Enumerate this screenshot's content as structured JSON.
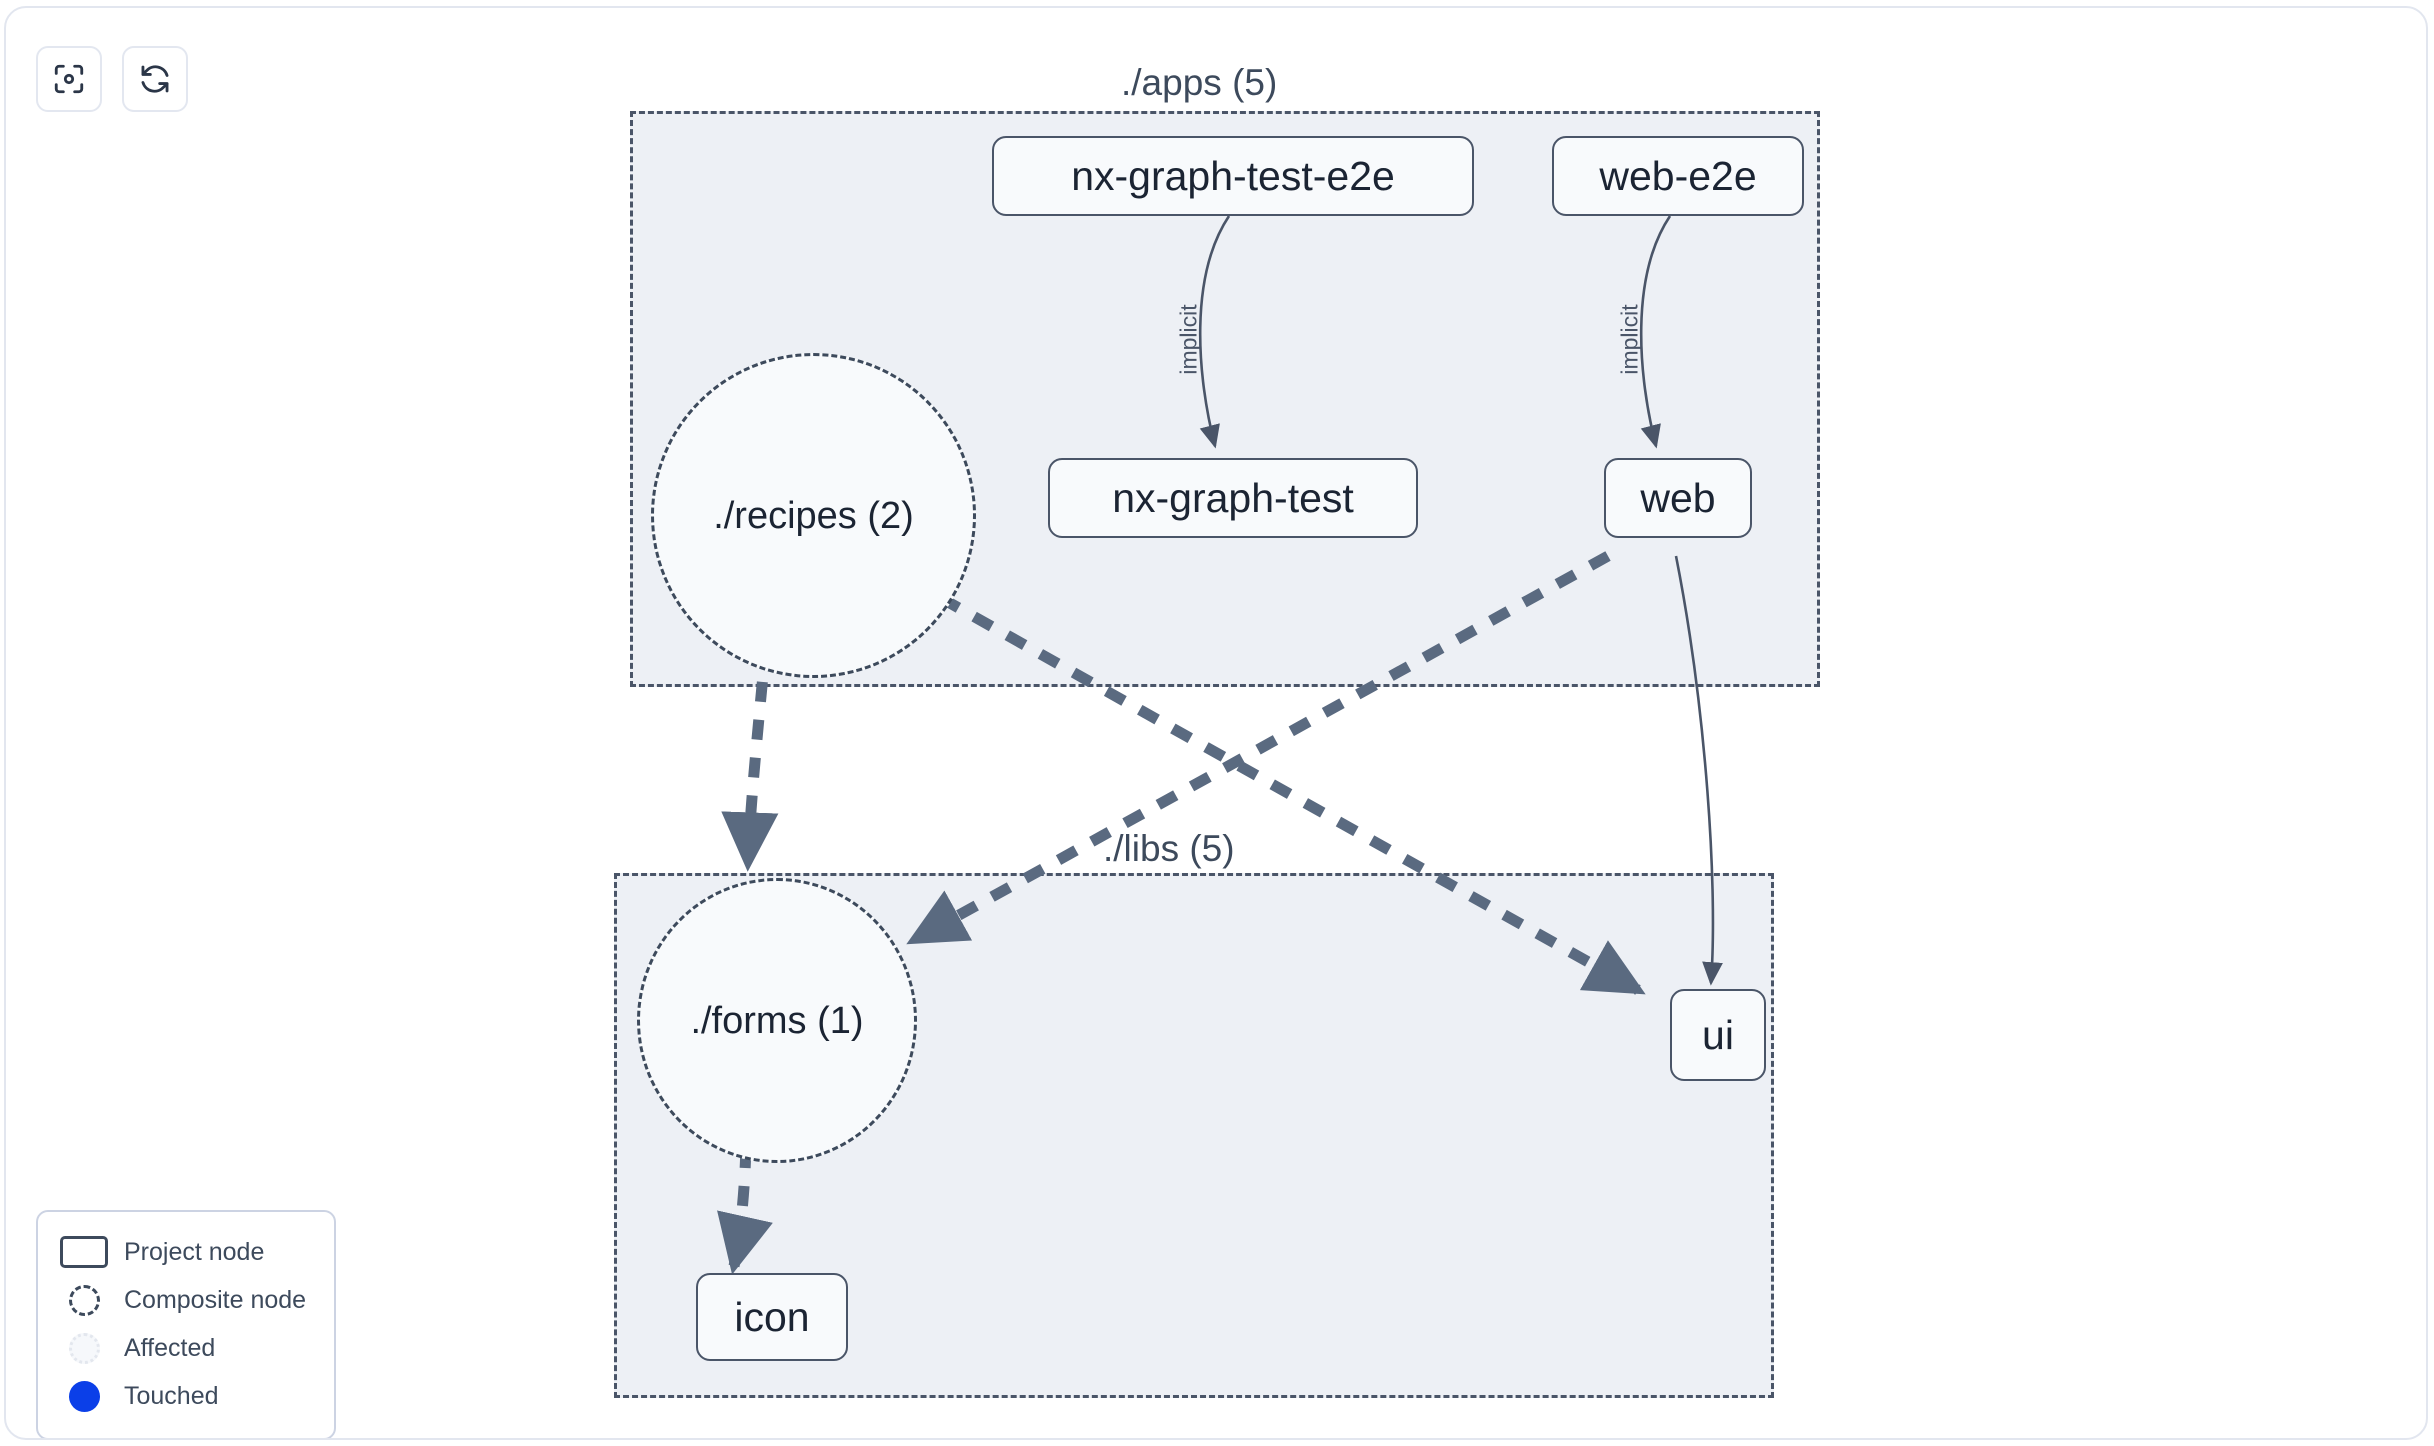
{
  "toolbar": {
    "buttons": [
      {
        "name": "focus-graph-button",
        "icon": "focus-target-icon",
        "label": ""
      },
      {
        "name": "refresh-graph-button",
        "icon": "refresh-icon",
        "label": ""
      }
    ]
  },
  "graph": {
    "groups": [
      {
        "id": "apps",
        "label": "./apps (5)"
      },
      {
        "id": "libs",
        "label": "./libs (5)"
      }
    ],
    "project_nodes": [
      {
        "id": "nx-graph-test-e2e",
        "label": "nx-graph-test-e2e"
      },
      {
        "id": "web-e2e",
        "label": "web-e2e"
      },
      {
        "id": "nx-graph-test",
        "label": "nx-graph-test"
      },
      {
        "id": "web",
        "label": "web"
      },
      {
        "id": "ui",
        "label": "ui"
      },
      {
        "id": "icon",
        "label": "icon"
      }
    ],
    "composite_nodes": [
      {
        "id": "recipes",
        "label": "./recipes (2)"
      },
      {
        "id": "forms",
        "label": "./forms (1)"
      }
    ],
    "edges": [
      {
        "from": "nx-graph-test-e2e",
        "to": "nx-graph-test",
        "label": "implicit",
        "style": "solid"
      },
      {
        "from": "web-e2e",
        "to": "web",
        "label": "implicit",
        "style": "solid"
      },
      {
        "from": "web",
        "to": "ui",
        "label": "",
        "style": "solid"
      },
      {
        "from": "recipes",
        "to": "forms",
        "label": "",
        "style": "dashed"
      },
      {
        "from": "recipes",
        "to": "ui",
        "label": "",
        "style": "dashed"
      },
      {
        "from": "web",
        "to": "forms",
        "label": "",
        "style": "dashed"
      },
      {
        "from": "forms",
        "to": "icon",
        "label": "",
        "style": "dashed"
      }
    ]
  },
  "legend": {
    "items": [
      {
        "swatch": "project-node-swatch",
        "label": "Project node"
      },
      {
        "swatch": "composite-node-swatch",
        "label": "Composite node"
      },
      {
        "swatch": "affected-swatch",
        "label": "Affected"
      },
      {
        "swatch": "touched-swatch",
        "label": "Touched"
      }
    ]
  },
  "colors": {
    "group_fill": "#edf0f5",
    "node_fill": "#f8fafc",
    "stroke": "#4a5568",
    "text": "#1b2433",
    "touched": "#0b3fe8",
    "panel_border": "#e2e6ef"
  }
}
